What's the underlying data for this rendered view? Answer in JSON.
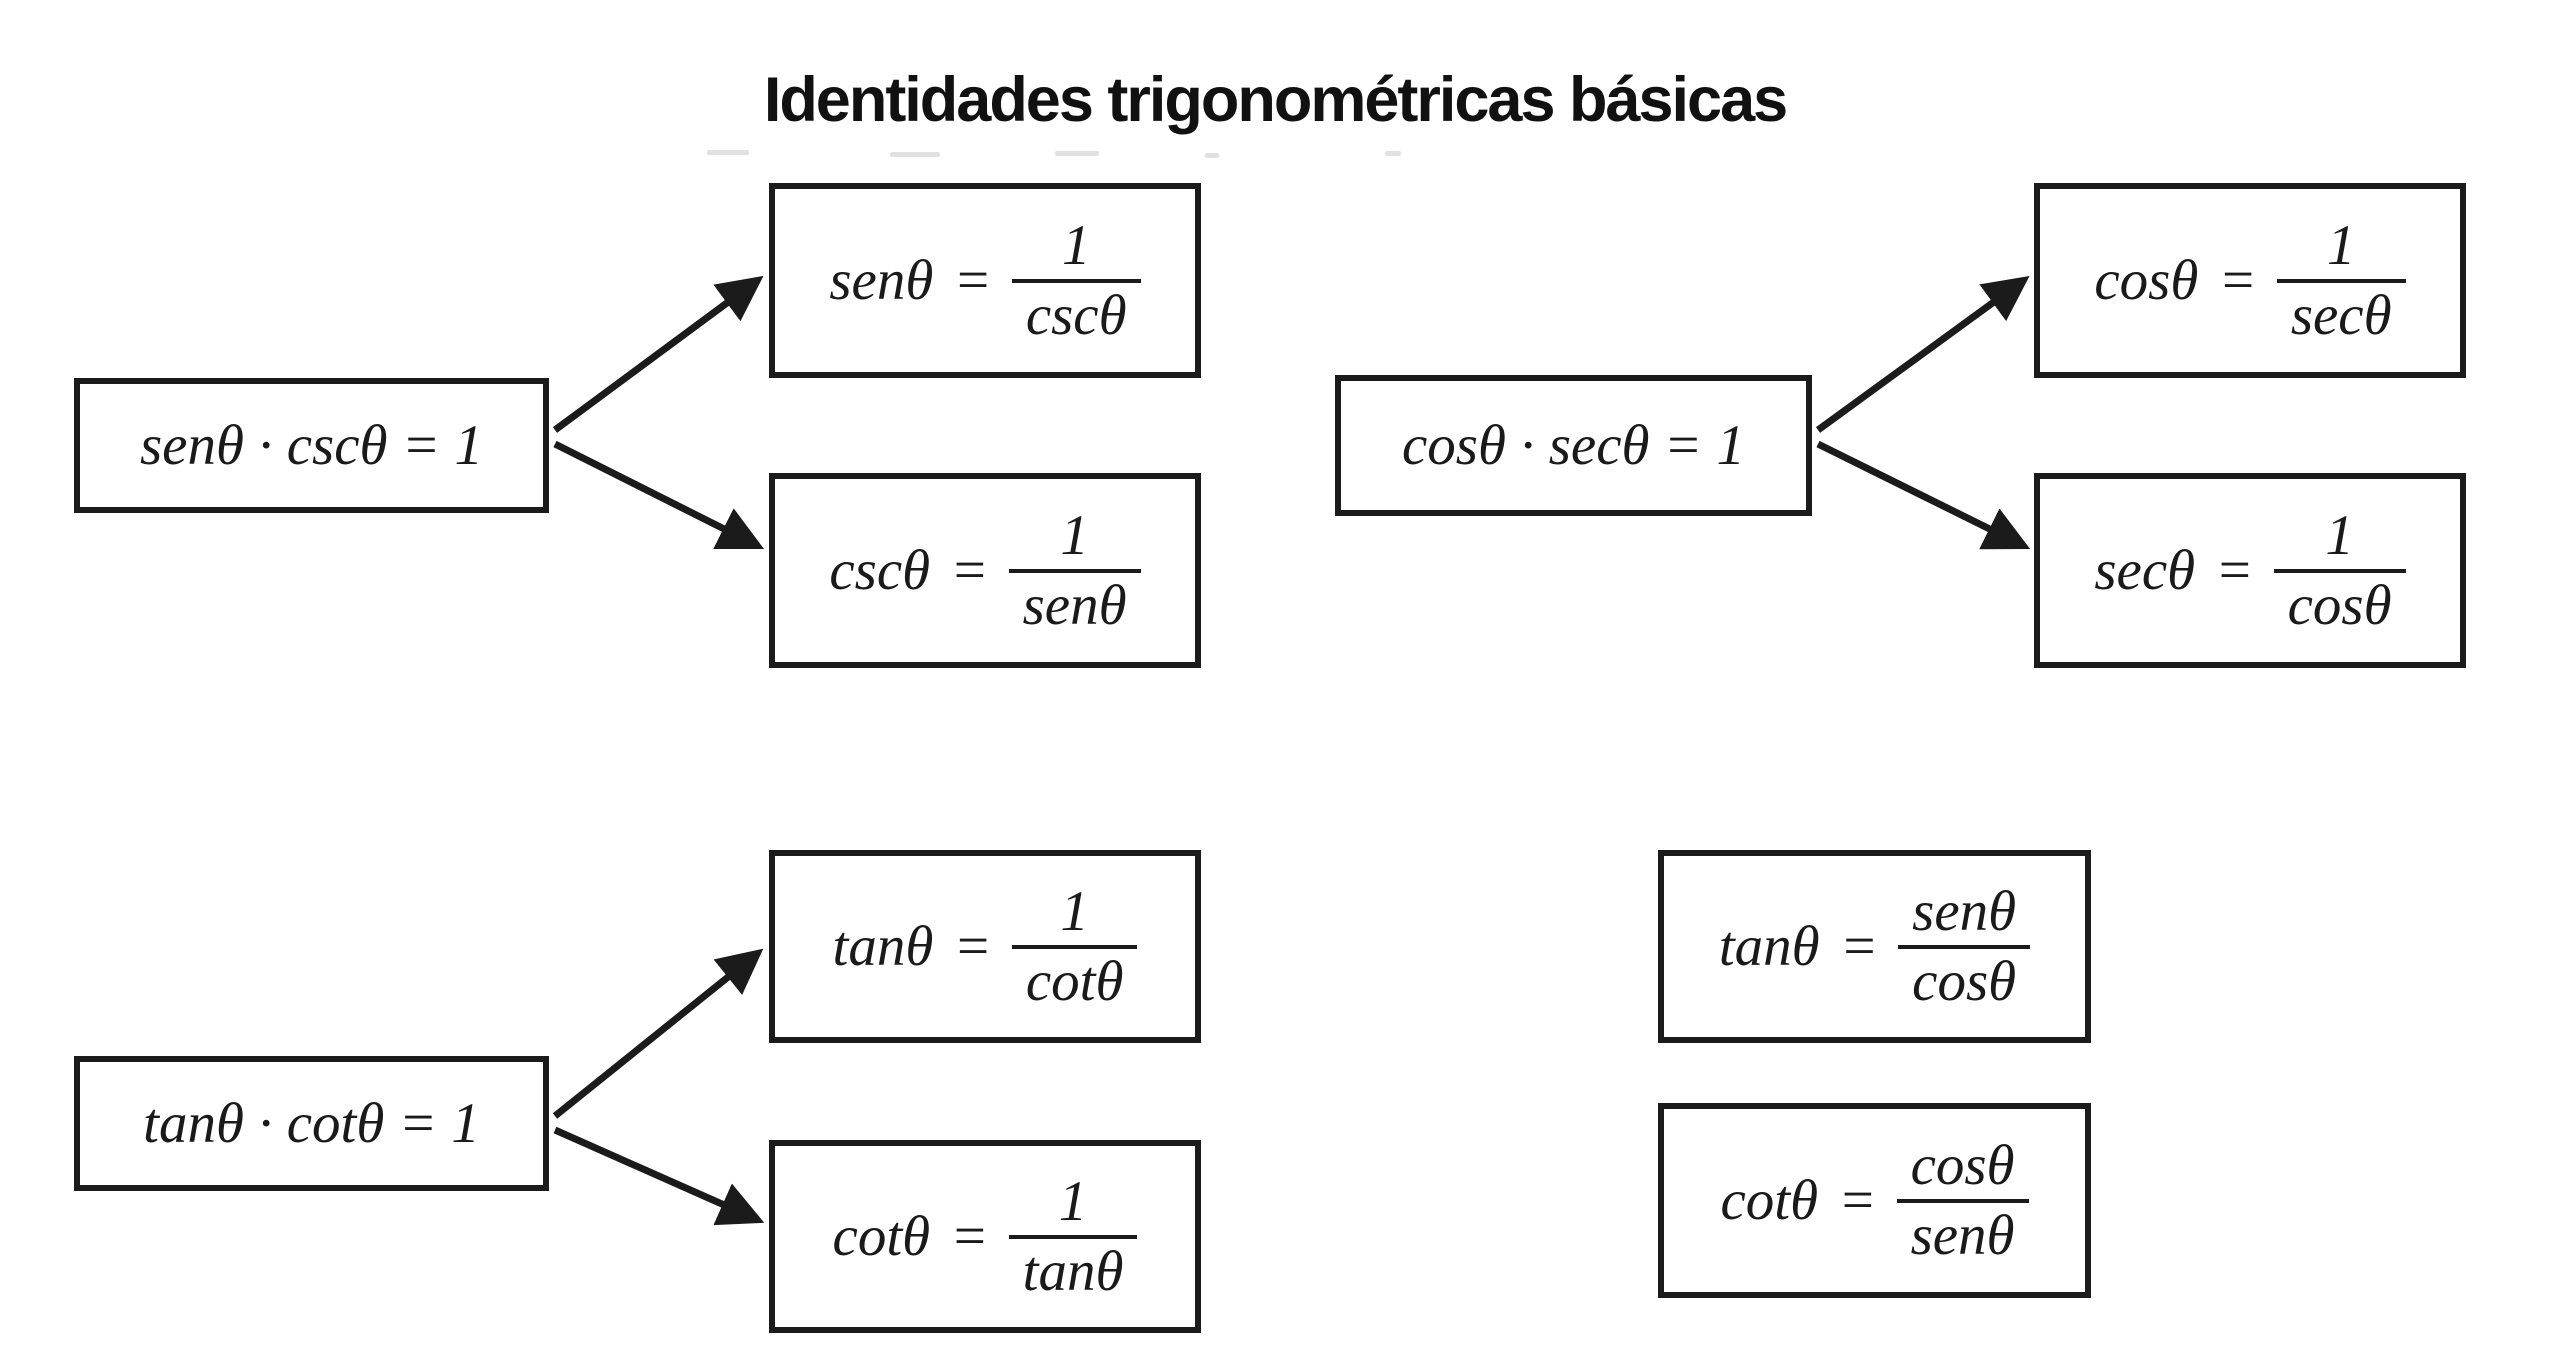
{
  "title": "Identidades trigonométricas básicas",
  "colors": {
    "ink": "#1a1a1a",
    "background": "#ffffff"
  },
  "diagram": {
    "equals": "=",
    "groups": [
      {
        "id": "sen-csc",
        "source": "senθ · cscθ = 1",
        "derived": [
          {
            "lhs": "senθ",
            "num": "1",
            "den": "cscθ"
          },
          {
            "lhs": "cscθ",
            "num": "1",
            "den": "senθ"
          }
        ]
      },
      {
        "id": "cos-sec",
        "source": "cosθ · secθ = 1",
        "derived": [
          {
            "lhs": "cosθ",
            "num": "1",
            "den": "secθ"
          },
          {
            "lhs": "secθ",
            "num": "1",
            "den": "cosθ"
          }
        ]
      },
      {
        "id": "tan-cot",
        "source": "tanθ · cotθ = 1",
        "derived": [
          {
            "lhs": "tanθ",
            "num": "1",
            "den": "cotθ"
          },
          {
            "lhs": "cotθ",
            "num": "1",
            "den": "tanθ"
          }
        ]
      }
    ],
    "quotient_identities": [
      {
        "lhs": "tanθ",
        "num": "senθ",
        "den": "cosθ"
      },
      {
        "lhs": "cotθ",
        "num": "cosθ",
        "den": "senθ"
      }
    ]
  }
}
